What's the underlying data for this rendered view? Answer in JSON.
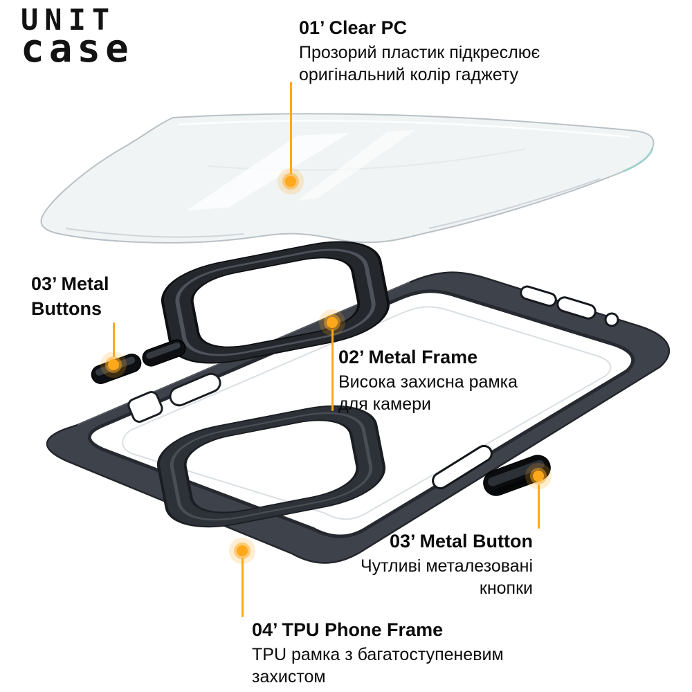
{
  "brand": {
    "line1": "UNIT",
    "line2": "case"
  },
  "accent_color": "#FFA81C",
  "callouts": {
    "clear_pc": {
      "title": "01’ Clear PC",
      "body": [
        "Прозорий пластик підкреслює",
        "оригінальний колір гаджету"
      ]
    },
    "metal_buttons": {
      "title": [
        "03’ Metal",
        "Buttons"
      ]
    },
    "metal_frame": {
      "title": "02’ Metal Frame",
      "body": [
        "Висока захисна рамка",
        "для камери"
      ]
    },
    "metal_button": {
      "title": "03’ Metal Button",
      "body": [
        "Чутливі металезовані",
        "кнопки"
      ]
    },
    "tpu_phone_frame": {
      "title": "04’ TPU Phone Frame",
      "body": [
        "TPU рамка з багатоступеневим",
        "захистом"
      ]
    }
  }
}
